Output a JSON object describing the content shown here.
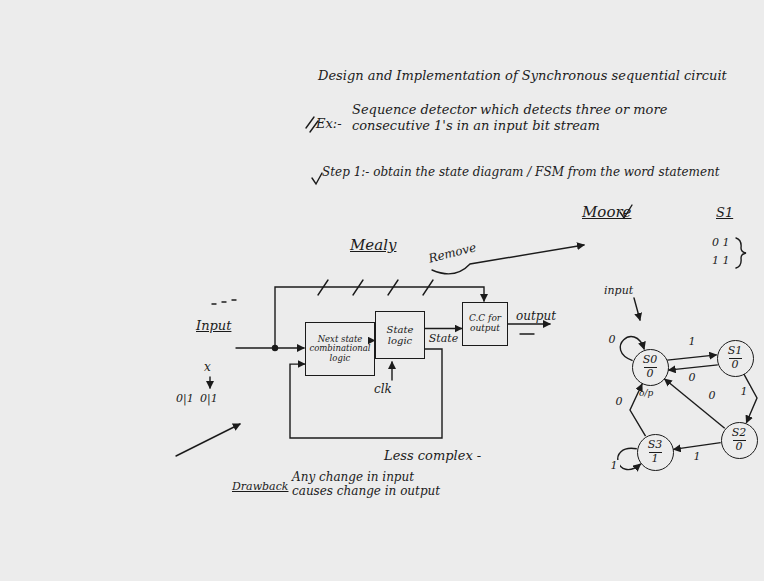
{
  "diagram": {
    "title": "Design and Implementation of Synchronous sequential circuit",
    "nodes": [
      {
        "text": [
          "Next state combinational logic"
        ]
      },
      {
        "text": [
          "State logic"
        ]
      },
      {
        "text": [
          "C.C for output"
        ]
      },
      {
        "text": [
          "S0",
          "0"
        ]
      },
      {
        "text": [
          "S1",
          "0"
        ]
      },
      {
        "text": [
          "S2",
          "0"
        ]
      },
      {
        "text": [
          "S3",
          "1"
        ]
      }
    ],
    "edges": [
      {
        "from": 0,
        "to": 1,
        "arrow": "to"
      },
      {
        "from": 1,
        "to": 2,
        "label": "State",
        "arrow": "to"
      },
      {
        "from": 1,
        "to": 0,
        "arrow": "to"
      },
      {
        "from": 3,
        "to": 3,
        "label": "0",
        "arrow": "to"
      },
      {
        "from": 3,
        "to": 4,
        "label": "1",
        "arrow": "to"
      },
      {
        "from": 4,
        "to": 3,
        "label": "0",
        "arrow": "to"
      },
      {
        "from": 4,
        "to": 5,
        "label": "1",
        "arrow": "to"
      },
      {
        "from": 5,
        "to": 3,
        "label": "0",
        "arrow": "to"
      },
      {
        "from": 5,
        "to": 6,
        "label": "1",
        "arrow": "to"
      },
      {
        "from": 6,
        "to": 6,
        "label": "1",
        "arrow": "to"
      },
      {
        "from": 6,
        "to": 3,
        "label": "0",
        "arrow": "to"
      }
    ],
    "labels": [
      "Ex:-",
      "Sequence detector which detects three or more consecutive 1's in an input bit stream",
      "Step 1:- obtain the state diagram / FSM from the word statement",
      "Mealy",
      "Remove",
      "Moore",
      "S1",
      "0 1",
      "1 1",
      "Input",
      "x",
      "0|1",
      "0|1",
      "clk",
      "output",
      "input",
      "o/p",
      "Less complex -",
      "Drawback",
      "Any change in input causes change in output"
    ]
  }
}
